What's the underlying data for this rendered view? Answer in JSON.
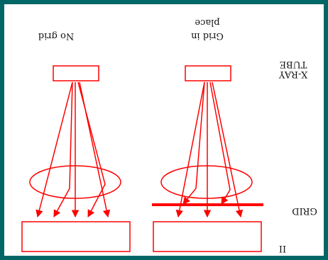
{
  "colors": {
    "border": "#006666",
    "diagram": "#ff0000",
    "text": "#111111"
  },
  "labels": {
    "no_grid": "No grid",
    "grid_in_place_line1": "Grid in",
    "grid_in_place_line2": "place",
    "xray_tube_line1": "X-RAY",
    "xray_tube_line2": "TUBE",
    "grid": "GRID",
    "image_intensifier": "II"
  }
}
